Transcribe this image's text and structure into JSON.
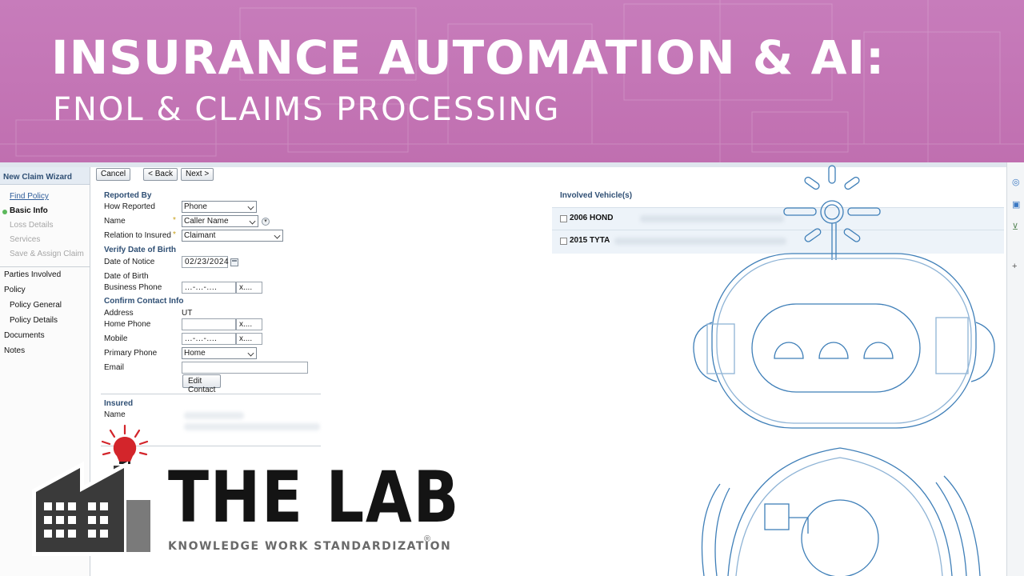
{
  "banner": {
    "title": "INSURANCE AUTOMATION & AI:",
    "subtitle": "FNOL & CLAIMS PROCESSING"
  },
  "sidebar": {
    "header": "New Claim Wizard",
    "steps": [
      {
        "label": "Find Policy",
        "state": "link"
      },
      {
        "label": "Basic Info",
        "state": "active"
      },
      {
        "label": "Loss Details",
        "state": "disabled"
      },
      {
        "label": "Services",
        "state": "disabled"
      },
      {
        "label": "Save & Assign Claim",
        "state": "disabled"
      }
    ],
    "nav": [
      {
        "label": "Parties Involved",
        "indent": false
      },
      {
        "label": "Policy",
        "indent": false
      },
      {
        "label": "Policy General",
        "indent": true
      },
      {
        "label": "Policy Details",
        "indent": true
      },
      {
        "label": "Documents",
        "indent": false
      },
      {
        "label": "Notes",
        "indent": false
      }
    ]
  },
  "toolbar": {
    "cancel": "Cancel",
    "back": "< Back",
    "next": "Next >"
  },
  "form": {
    "reported_by_heading": "Reported By",
    "how_reported_label": "How Reported",
    "how_reported_value": "Phone",
    "name_label": "Name",
    "name_value": "Caller Name",
    "relation_label": "Relation to Insured",
    "relation_value": "Claimant",
    "verify_dob_heading": "Verify Date of Birth",
    "date_of_notice_label": "Date of Notice",
    "date_of_notice_value": "02/23/2024",
    "dob_label": "Date of Birth",
    "business_phone_label": "Business Phone",
    "business_phone_value": "...-...-....",
    "ext_placeholder": "x....",
    "confirm_contact_heading": "Confirm Contact Info",
    "address_label": "Address",
    "address_value": "UT",
    "home_phone_label": "Home Phone",
    "mobile_label": "Mobile",
    "mobile_value": "...-...-....",
    "primary_phone_label": "Primary Phone",
    "primary_phone_value": "Home",
    "email_label": "Email",
    "edit_contact": "Edit Contact",
    "insured_heading": "Insured",
    "insured_name_label": "Name"
  },
  "vehicles": {
    "heading": "Involved Vehicle(s)",
    "items": [
      "2006 HOND",
      "2015 TYTA"
    ]
  },
  "logo": {
    "name": "THE LAB",
    "tagline": "KNOWLEDGE WORK STANDARDIZATION",
    "reg": "®"
  },
  "colors": {
    "banner": "#c77cbb",
    "section_heading": "#2f4f74",
    "logo_red": "#d3252b"
  }
}
